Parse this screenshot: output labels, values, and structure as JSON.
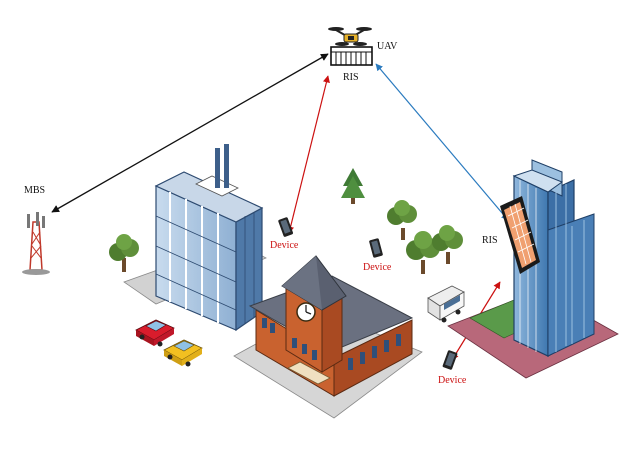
{
  "labels": {
    "mbs": "MBS",
    "uav": "UAV",
    "ris_uav": "RIS",
    "ris_building": "RIS",
    "device_1": "Device",
    "device_2": "Device",
    "device_3": "Device"
  },
  "colors": {
    "link_mbs_uav": "#111111",
    "link_uav_device": "#cc1111",
    "link_uav_ris": "#2b7bbf",
    "link_ris_device": "#cc1111",
    "device_label": "#cc1111",
    "glass_building": "#a9c4dc",
    "tower_building": "#5e8fbf",
    "town_hall_brick": "#b7522c",
    "roof": "#5a6070",
    "tree": "#4f7d2f",
    "ground": "#d8d8d8"
  },
  "icons": [
    "uav-drone-icon",
    "ris-panel-icon",
    "cell-tower-icon",
    "smartphone-icon",
    "car-icon",
    "bus-icon",
    "tree-icon",
    "clock-icon"
  ]
}
